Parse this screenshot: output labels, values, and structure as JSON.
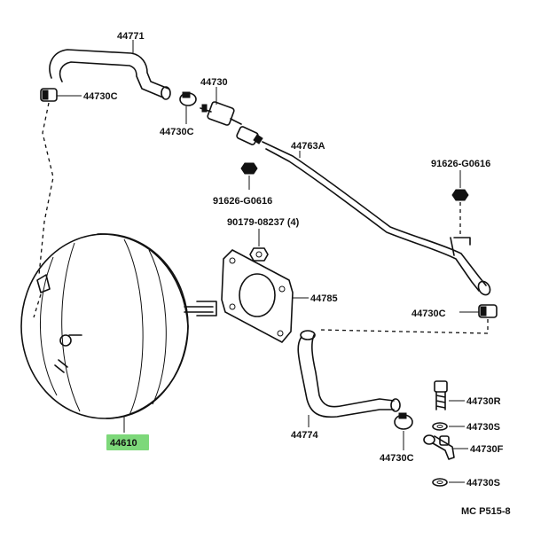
{
  "labels": {
    "hose_upper": "44771",
    "clamp_upper_left": "44730C",
    "check_valve": "44730",
    "clamp_valve": "44730C",
    "vacuum_pipe": "44763A",
    "nut_right": "91626-G0616",
    "nut_left": "91626-G0616",
    "nut_booster": "90179-08237 (4)",
    "gasket": "44785",
    "clamp_pipe_end": "44730C",
    "union_bolt": "44730R",
    "washer_upper": "44730S",
    "fitting": "44730F",
    "washer_lower": "44730S",
    "hose_lower": "44774",
    "clamp_lower": "44730C",
    "booster": "44610"
  },
  "highlight_color": "#7dd87a",
  "footer": "MC  P515-8"
}
